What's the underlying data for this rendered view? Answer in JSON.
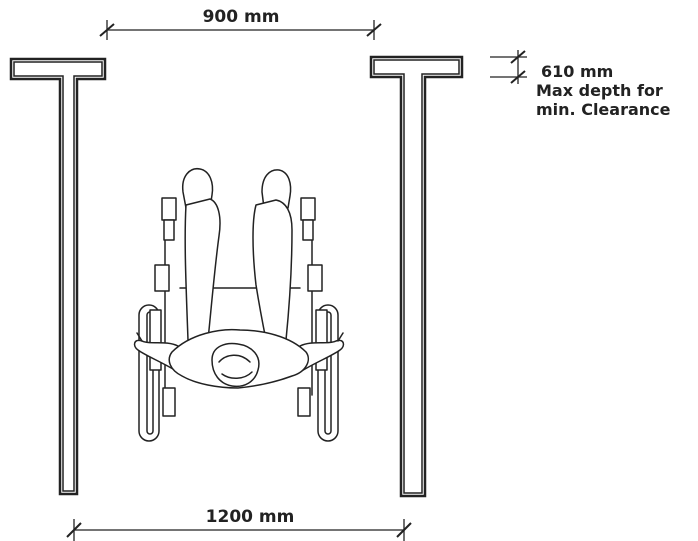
{
  "dimensions": {
    "top_width": "900 mm",
    "bottom_width": "1200 mm",
    "depth_value": "610 mm",
    "depth_note_line1": "Max depth for",
    "depth_note_line2": "min. Clearance"
  },
  "colors": {
    "line": "#222222",
    "background": "#ffffff",
    "figure_fill": "#ffffff"
  },
  "icons": {
    "wheelchair_user": "wheelchair-user-top-view-icon"
  }
}
